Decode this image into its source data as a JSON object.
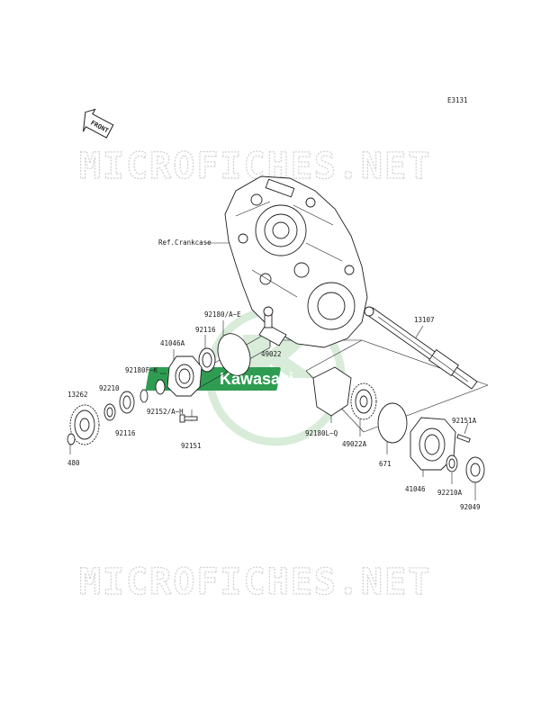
{
  "diagram_code": "E3131",
  "front_arrow_label": "FRONT",
  "watermark_text": "MICROFICHES.NET",
  "logo_text": "Kawasaki",
  "colors": {
    "logo_green": "#2e9d52",
    "logo_light": "#d8ecd9",
    "ink": "#1f1f1f"
  },
  "labels": {
    "ref_crankcase": "Ref.Crankcase",
    "p13107": "13107",
    "p92180_a_e": "92180/A~E",
    "p92116_top": "92116",
    "p49022": "49022",
    "p41046a": "41046A",
    "p92180f_k": "92180F~K",
    "p13262": "13262",
    "p92210": "92210",
    "p92152_a_h": "92152/A~H",
    "p92116_bottom": "92116",
    "p92151": "92151",
    "p480": "480",
    "p92180l_q": "92180L~Q",
    "p49022a": "49022A",
    "p671": "671",
    "p92151a": "92151A",
    "p41046": "41046",
    "p92210a": "92210A",
    "p92049": "92049"
  }
}
